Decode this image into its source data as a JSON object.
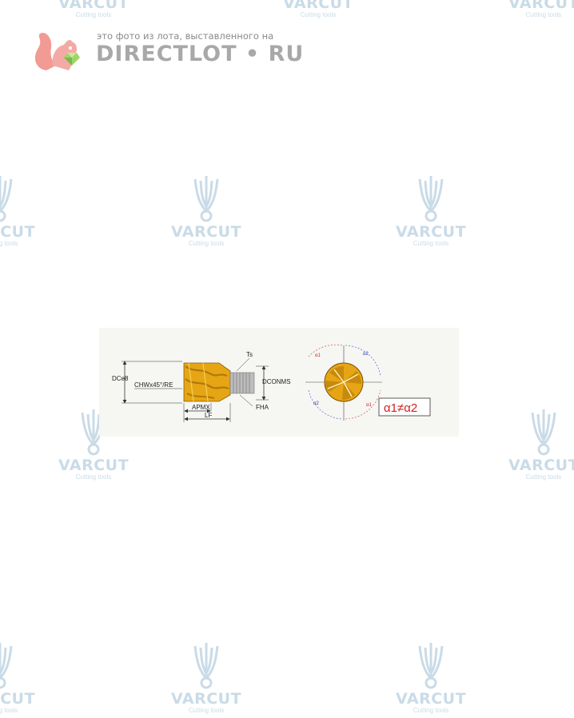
{
  "header": {
    "caption": "это фото из лота, выставленного на",
    "brand": "DIRECTLOT • RU"
  },
  "watermark": {
    "title": "VARCUT",
    "subtitle": "Cutting tools"
  },
  "diagram": {
    "labels": {
      "dc": "DCe8",
      "chw": "CHWx45°/RE",
      "ts": "Ts",
      "dconms": "DCONMS",
      "apmx": "APMX",
      "lf": "LF",
      "fha": "FHA"
    },
    "angle_marks": {
      "a1_top": "α1",
      "a2_top": "α2",
      "a2_bottom": "α2",
      "a1_bottom": "α1"
    },
    "formula": "α1≠α2"
  },
  "colors": {
    "tool_gold": "#e6a514",
    "tool_dark_gold": "#b07a08",
    "watermark": "#c9dbe7",
    "formula_red": "#d42020",
    "formula_blue": "#2a3aa0"
  }
}
